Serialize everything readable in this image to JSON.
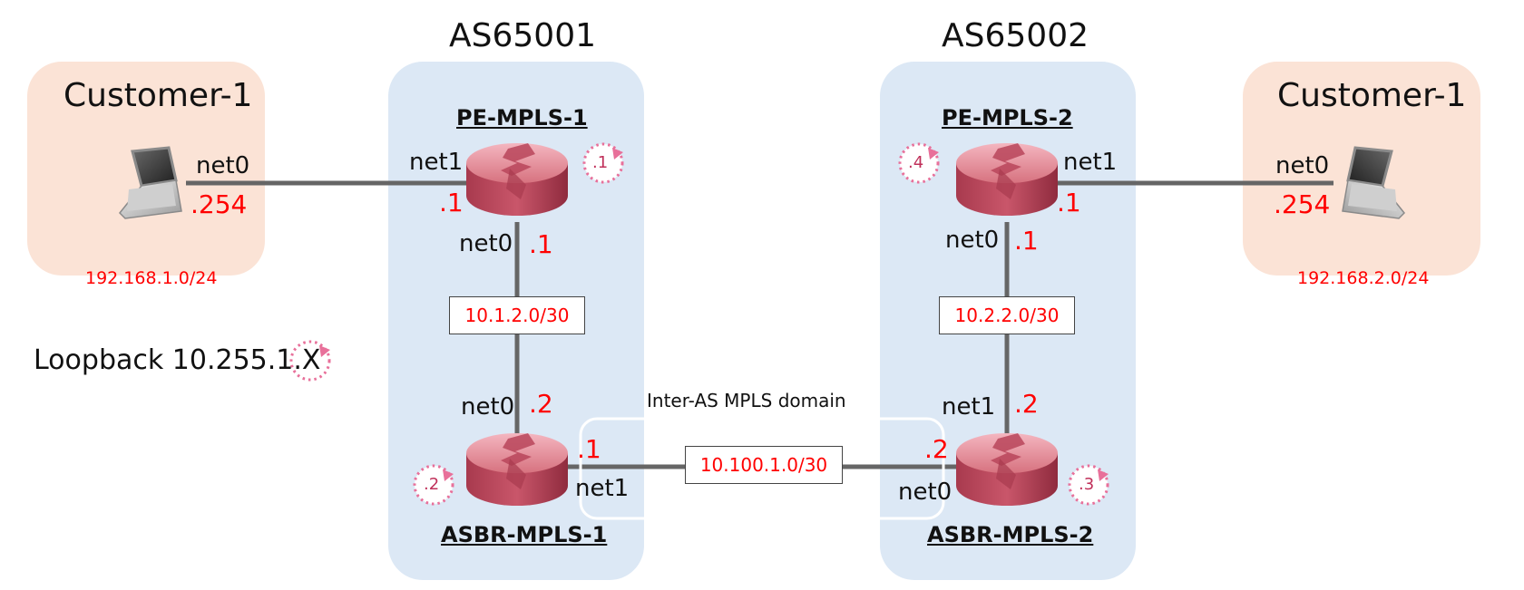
{
  "as_left": {
    "title": "AS65001"
  },
  "as_right": {
    "title": "AS65002"
  },
  "customer_left": {
    "title": "Customer-1",
    "iface": "net0",
    "ip": ".254",
    "subnet": "192.168.1.0/24"
  },
  "customer_right": {
    "title": "Customer-1",
    "iface": "net0",
    "ip": ".254",
    "subnet": "192.168.2.0/24"
  },
  "pe1": {
    "name": "PE-MPLS-1",
    "net1": "net1",
    "net1_ip": ".1",
    "net0": "net0",
    "net0_ip": ".1",
    "loopback": ".1"
  },
  "pe2": {
    "name": "PE-MPLS-2",
    "net1": "net1",
    "net1_ip": ".1",
    "net0": "net0",
    "net0_ip": ".1",
    "loopback": ".4"
  },
  "asbr1": {
    "name": "ASBR-MPLS-1",
    "net0": "net0",
    "net0_ip": ".2",
    "net1": "net1",
    "net1_ip": ".1",
    "loopback": ".2"
  },
  "asbr2": {
    "name": "ASBR-MPLS-2",
    "net1": "net1",
    "net1_ip": ".2",
    "net0": "net0",
    "net0_ip": ".2",
    "loopback": ".3"
  },
  "links": {
    "left": "10.1.2.0/30",
    "right": "10.2.2.0/30",
    "inter": "10.100.1.0/30"
  },
  "domain": {
    "label": "Inter-AS MPLS domain"
  },
  "legend": {
    "text": "Loopback 10.255.1.X"
  },
  "colors": {
    "customer_bg": "#fbe3d6",
    "as_bg": "#dce8f5",
    "address": "#ff0000",
    "router": "#c9566a",
    "loopback": "#e8709a"
  }
}
